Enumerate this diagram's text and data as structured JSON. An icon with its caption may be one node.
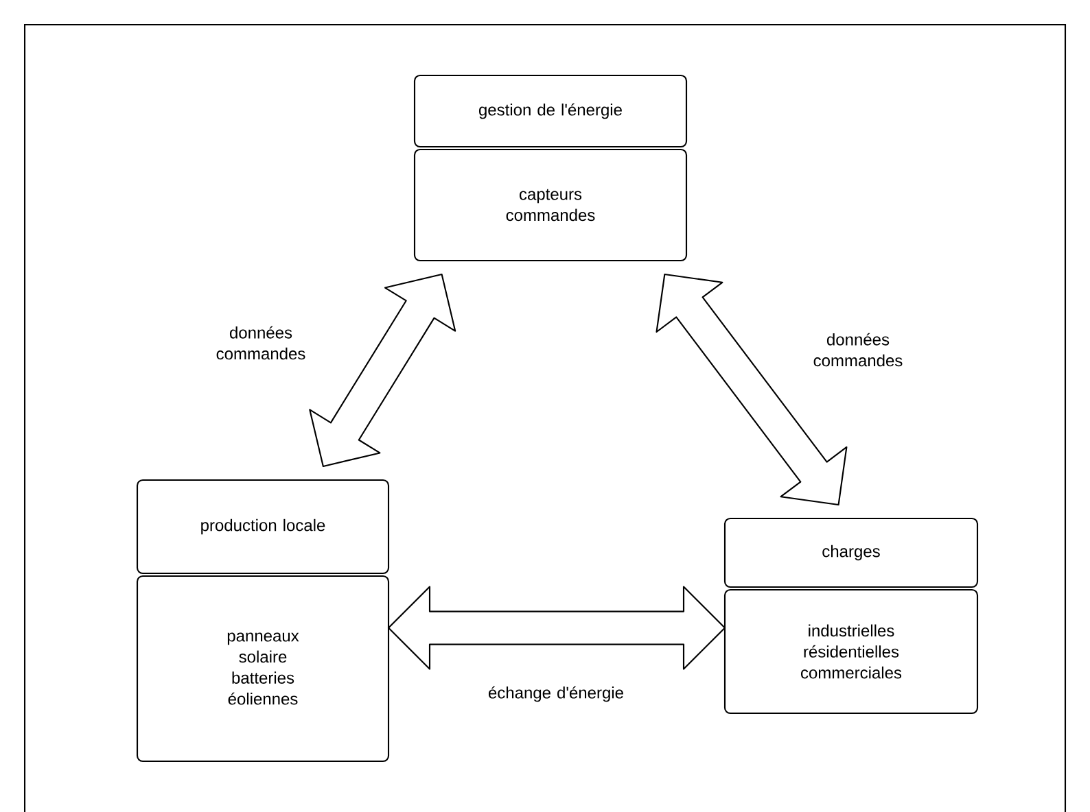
{
  "diagram": {
    "nodes": [
      {
        "text": [
          "gestion de l'énergie"
        ]
      },
      {
        "text": [
          "capteurs commandes"
        ]
      },
      {
        "text": [
          "production locale"
        ]
      },
      {
        "text": [
          "panneaux solaire batteries éoliennes"
        ]
      },
      {
        "text": [
          "charges"
        ]
      },
      {
        "text": [
          "industrielles résidentielles commerciales"
        ]
      }
    ],
    "edges": [
      {
        "from": 1,
        "to": 2,
        "arrow": "both",
        "label": "données commandes"
      },
      {
        "from": 1,
        "to": 4,
        "arrow": "both",
        "label": "données commandes"
      },
      {
        "from": 3,
        "to": 5,
        "arrow": "both",
        "label": "échange d'énergie"
      }
    ]
  }
}
